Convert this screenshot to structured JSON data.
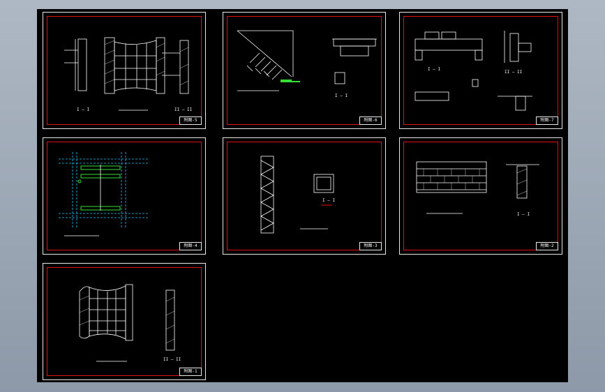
{
  "sheets": [
    {
      "id": "s1",
      "title": "",
      "section_labels": [
        "I — I",
        "II — II"
      ],
      "number": "附图-5"
    },
    {
      "id": "s2",
      "title": "",
      "section_labels": [
        "I — I"
      ],
      "number": "附图-6"
    },
    {
      "id": "s3",
      "title": "",
      "section_labels": [
        "I — I",
        "II — II"
      ],
      "number": "附图-7"
    },
    {
      "id": "s4",
      "title": "",
      "section_labels": [],
      "number": "附图-4"
    },
    {
      "id": "s5",
      "title": "",
      "section_labels": [
        "I — I"
      ],
      "number": "附图-3"
    },
    {
      "id": "s6",
      "title": "",
      "section_labels": [
        "I — I"
      ],
      "number": "附图-2"
    },
    {
      "id": "s7",
      "title": "",
      "section_labels": [
        "II — II"
      ],
      "number": "附图-1"
    }
  ],
  "colors": {
    "background": "#000000",
    "sheet_border": "#e8e8e8",
    "frame": "#e01010",
    "line": "#ffffff",
    "grid_cyan": "#1ec8ff",
    "accent_green": "#35e035"
  }
}
